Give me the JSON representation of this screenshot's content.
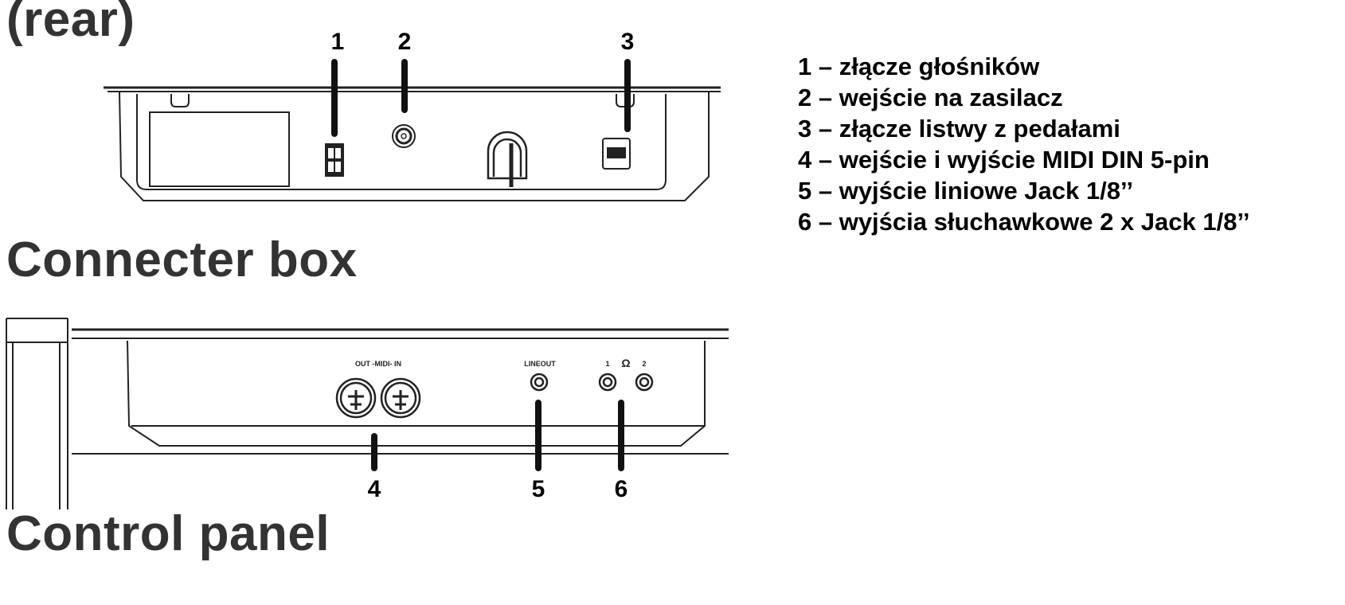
{
  "headings": {
    "rear": "(rear)",
    "connector_box": "Connecter box",
    "control_panel": "Control panel"
  },
  "callouts": [
    "1",
    "2",
    "3",
    "4",
    "5",
    "6"
  ],
  "panel_labels": {
    "midi": "OUT -MIDI- IN",
    "lineout": "LINEOUT",
    "phones_1": "1",
    "phones_icon": "Ω",
    "phones_2": "2"
  },
  "legend": [
    "1 – złącze głośników",
    "2 – wejście na zasilacz",
    "3 – złącze listwy z pedałami",
    "4 – wejście i wyjście MIDI DIN 5-pin",
    "5 – wyjście liniowe Jack 1/8’’",
    "6 – wyjścia słuchawkowe 2 x Jack 1/8’’"
  ]
}
